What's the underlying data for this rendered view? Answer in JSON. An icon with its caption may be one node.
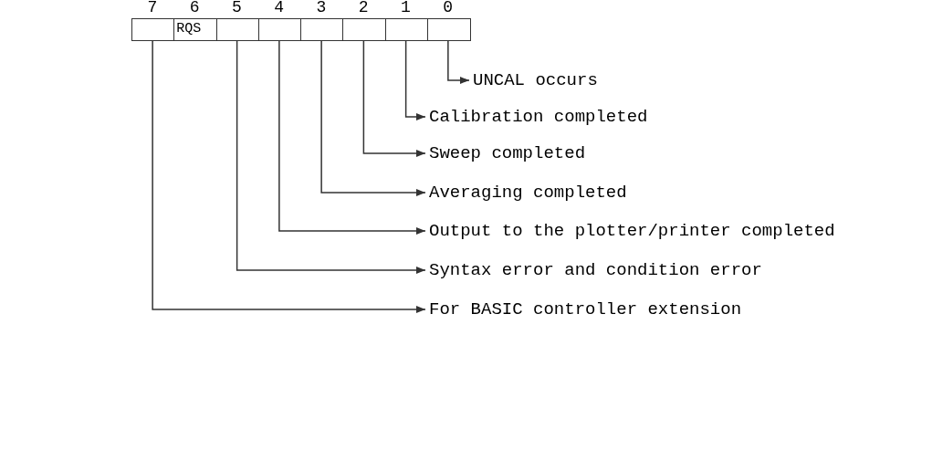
{
  "diagram": {
    "nodes": [
      {
        "text": [],
        "shape": "box",
        "beside": [
          "7"
        ]
      },
      {
        "text": [
          "RQS"
        ],
        "beside": [
          "6"
        ]
      },
      {
        "text": [],
        "shape": "box",
        "beside": [
          "5"
        ]
      },
      {
        "text": [],
        "shape": "box",
        "beside": [
          "4"
        ]
      },
      {
        "text": [],
        "shape": "box",
        "beside": [
          "3"
        ]
      },
      {
        "text": [],
        "shape": "box",
        "beside": [
          "2"
        ]
      },
      {
        "text": [],
        "shape": "box",
        "beside": [
          "1"
        ]
      },
      {
        "text": [],
        "shape": "box",
        "beside": [
          "0"
        ]
      },
      {
        "text": [
          "UNCAL occurs"
        ]
      },
      {
        "text": [
          "Calibration completed"
        ]
      },
      {
        "text": [
          "Sweep completed"
        ]
      },
      {
        "text": [
          "Averaging completed"
        ]
      },
      {
        "text": [
          "Output to the plotter/printer completed"
        ]
      },
      {
        "text": [
          "Syntax error and condition error"
        ]
      },
      {
        "text": [
          "For BASIC controller extension"
        ]
      }
    ],
    "edges": [
      {
        "from": 7,
        "to": 8,
        "arrow": "to"
      },
      {
        "from": 6,
        "to": 9,
        "arrow": "to"
      },
      {
        "from": 5,
        "to": 10,
        "arrow": "to"
      },
      {
        "from": 4,
        "to": 11,
        "arrow": "to"
      },
      {
        "from": 3,
        "to": 12,
        "arrow": "to"
      },
      {
        "from": 2,
        "to": 13,
        "arrow": "to"
      },
      {
        "from": 0,
        "to": 14,
        "arrow": "to"
      }
    ]
  }
}
